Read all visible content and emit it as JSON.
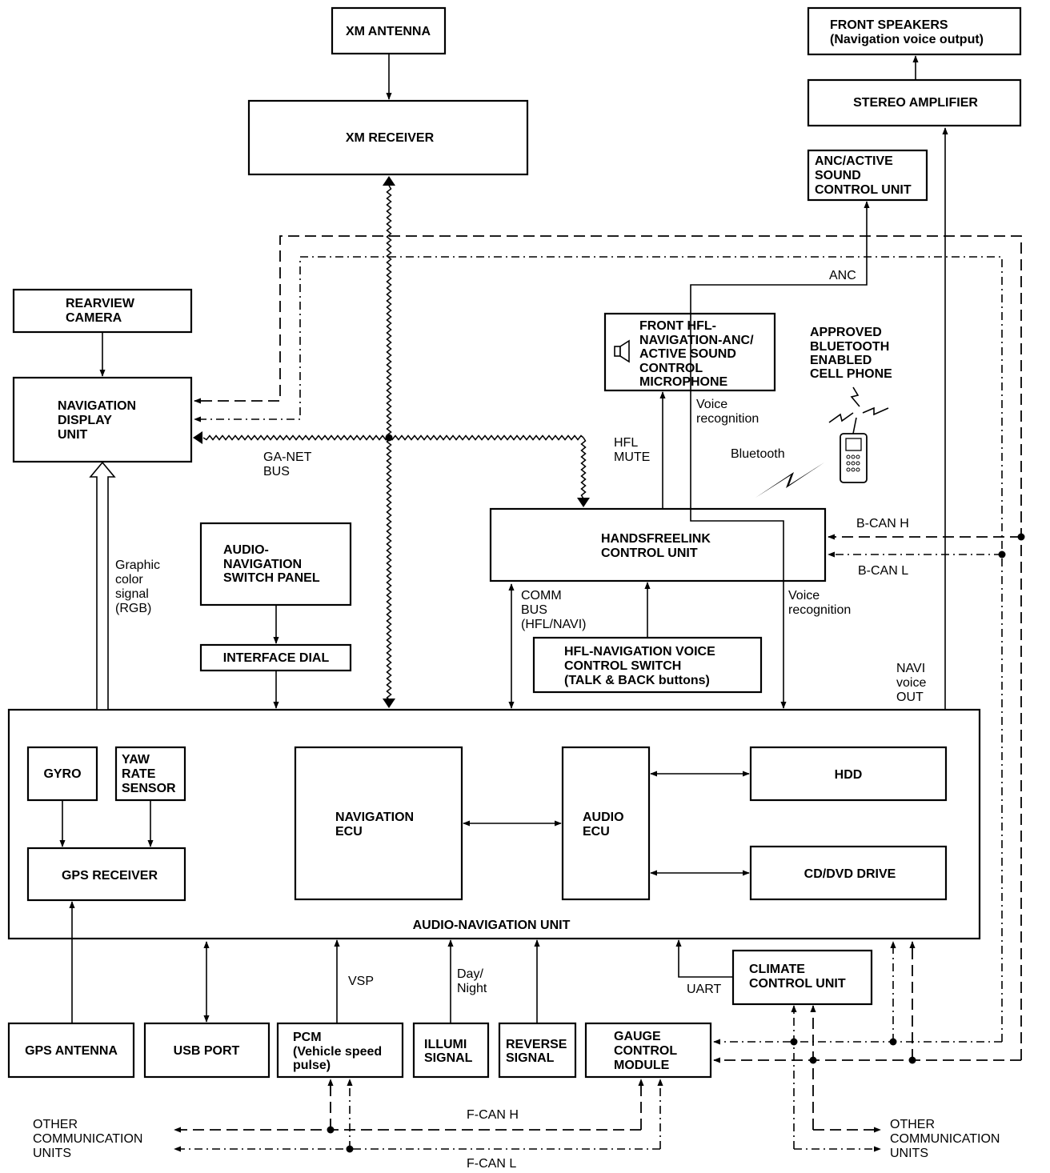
{
  "boxes": {
    "xm_antenna": "XM ANTENNA",
    "xm_receiver": "XM RECEIVER",
    "front_speakers": [
      "FRONT SPEAKERS",
      "(Navigation voice output)"
    ],
    "stereo_amplifier": "STEREO AMPLIFIER",
    "anc_unit": [
      "ANC/ACTIVE",
      "SOUND",
      "CONTROL UNIT"
    ],
    "rearview_camera": [
      "REARVIEW",
      "CAMERA"
    ],
    "navigation_display": [
      "NAVIGATION",
      "DISPLAY",
      "UNIT"
    ],
    "front_mic": [
      "FRONT HFL-",
      "NAVIGATION-ANC/",
      "ACTIVE SOUND",
      "CONTROL",
      "MICROPHONE"
    ],
    "cell_phone": [
      "APPROVED",
      "BLUETOOTH",
      "ENABLED",
      "CELL PHONE"
    ],
    "audio_switch_panel": [
      "AUDIO-",
      "NAVIGATION",
      "SWITCH PANEL"
    ],
    "interface_dial": "INTERFACE DIAL",
    "hfl_control_unit": [
      "HANDSFREELINK",
      "CONTROL UNIT"
    ],
    "voice_switch": [
      "HFL-NAVIGATION VOICE",
      "CONTROL SWITCH",
      "(TALK & BACK buttons)"
    ],
    "gyro": "GYRO",
    "yaw_rate_sensor": [
      "YAW",
      "RATE",
      "SENSOR"
    ],
    "gps_receiver": "GPS RECEIVER",
    "navigation_ecu": [
      "NAVIGATION",
      "ECU"
    ],
    "audio_ecu": [
      "AUDIO",
      "ECU"
    ],
    "hdd": "HDD",
    "cd_dvd_drive": "CD/DVD DRIVE",
    "audio_nav_unit": "AUDIO-NAVIGATION UNIT",
    "climate_control": [
      "CLIMATE",
      "CONTROL UNIT"
    ],
    "gps_antenna": "GPS ANTENNA",
    "usb_port": "USB PORT",
    "pcm": [
      "PCM",
      "(Vehicle speed",
      "pulse)"
    ],
    "illumi_signal": [
      "ILLUMI",
      "SIGNAL"
    ],
    "reverse_signal": [
      "REVERSE",
      "SIGNAL"
    ],
    "gauge_control": [
      "GAUGE",
      "CONTROL",
      "MODULE"
    ]
  },
  "labels": {
    "anc": "ANC",
    "voice_recognition_top": [
      "Voice",
      "recognition"
    ],
    "hfl_mute": [
      "HFL",
      "MUTE"
    ],
    "bluetooth": "Bluetooth",
    "ganet_bus": [
      "GA-NET",
      "BUS"
    ],
    "graphic_signal": [
      "Graphic",
      "color",
      "signal",
      "(RGB)"
    ],
    "b_can_h": "B-CAN H",
    "b_can_l": "B-CAN L",
    "comm_bus": [
      "COMM",
      "BUS",
      "(HFL/NAVI)"
    ],
    "voice_recognition_right": [
      "Voice",
      "recognition"
    ],
    "navi_voice_out": [
      "NAVI",
      "voice",
      "OUT"
    ],
    "vsp": "VSP",
    "day_night": [
      "Day/",
      "Night"
    ],
    "uart": "UART",
    "f_can_h": "F-CAN H",
    "f_can_l": "F-CAN L",
    "other_units_left": [
      "OTHER",
      "COMMUNICATION",
      "UNITS"
    ],
    "other_units_right": [
      "OTHER",
      "COMMUNICATION",
      "UNITS"
    ]
  }
}
